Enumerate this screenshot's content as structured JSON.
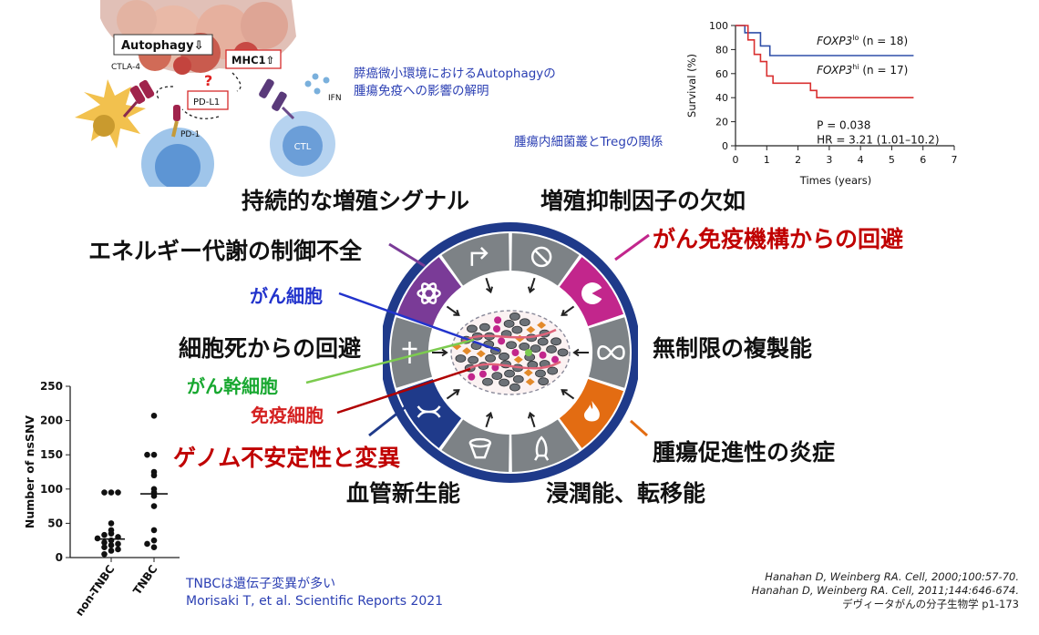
{
  "colors": {
    "navy": "#1f3a8a",
    "ring_gray": "#7d8286",
    "purple": "#7a3b97",
    "magenta": "#c2268c",
    "orange": "#e36c12",
    "red_text": "#c00000",
    "blue_text": "#2233cc",
    "green_text": "#18a830",
    "dark_red": "#b00000",
    "caption_blue": "#2b3fb3",
    "km_lo": "#2f4fa8",
    "km_hi": "#d93030"
  },
  "hallmarks": {
    "sustained": "持続的な増殖シグナル",
    "suppressor": "増殖抑制因子の欠如",
    "immune": "がん免疫機構からの回避",
    "energy": "エネルギー代謝の制御不全",
    "replicative": "無制限の複製能",
    "death": "細胞死からの回避",
    "inflammation": "腫瘍促進性の炎症",
    "genome": "ゲノム不安定性と変異",
    "angiogenesis": "血管新生能",
    "invasion": "浸潤能、転移能"
  },
  "cell_labels": {
    "cancer": "がん細胞",
    "stem": "がん幹細胞",
    "immune": "免疫細胞"
  },
  "ring_icons": [
    "arrow-icon",
    "no-entry-icon",
    "pacman-icon",
    "infinity-icon",
    "flame-icon",
    "rocket-icon",
    "vessel-icon",
    "dna-icon",
    "cross-icon",
    "atom-icon"
  ],
  "schematic": {
    "autophagy": "Autophagy⇩",
    "mhc1": "MHC1⇧",
    "pdl1": "PD-L1",
    "ctla4": "CTLA-4",
    "pd1": "PD-1",
    "ifn": "IFN",
    "ctl": "CTL",
    "question": "?"
  },
  "captions": {
    "autophagy_line1": "膵癌微小環境におけるAutophagyの",
    "autophagy_line2": "腫瘍免疫への影響の解明",
    "microbiome": "腫瘍内細菌叢とTregの関係",
    "tnbc_line1": "TNBCは遺伝子変異が多い",
    "tnbc_line2": "Morisaki T, et al. Scientific Reports 2021"
  },
  "references": {
    "ref1": "Hanahan D,  Weinberg RA. Cell, 2000;100:57-70.",
    "ref2": "Hanahan D,  Weinberg RA. Cell, 2011;144:646-674.",
    "ref3": "デヴィータがんの分子生物学 p1-173"
  },
  "chart_data": [
    {
      "type": "line",
      "xlabel": "Times (years)",
      "ylabel": "Survival (%)",
      "xlim": [
        0,
        7
      ],
      "ylim": [
        0,
        100
      ],
      "xticks": [
        0,
        1,
        2,
        3,
        4,
        5,
        6,
        7
      ],
      "yticks": [
        0,
        20,
        40,
        60,
        80,
        100
      ],
      "series": [
        {
          "name": "FOXP3",
          "sup": "lo",
          "n_text": " (n = 18)",
          "color": "#2f4fa8",
          "x": [
            0,
            0.3,
            0.3,
            0.8,
            0.8,
            1.1,
            1.1,
            2.7,
            5.7
          ],
          "y": [
            100,
            100,
            94,
            94,
            83,
            83,
            75,
            75,
            75
          ]
        },
        {
          "name": "FOXP3",
          "sup": "hi",
          "n_text": " (n = 17)",
          "color": "#d93030",
          "x": [
            0,
            0.4,
            0.4,
            0.6,
            0.6,
            0.8,
            0.8,
            1.0,
            1.0,
            1.2,
            1.2,
            2.4,
            2.4,
            2.6,
            2.6,
            5.7
          ],
          "y": [
            100,
            100,
            88,
            88,
            76,
            76,
            70,
            70,
            58,
            58,
            52,
            52,
            46,
            46,
            40,
            40
          ]
        }
      ],
      "annotations": {
        "p": "P = 0.038",
        "hr": "HR = 3.21 (1.01–10.2)"
      }
    },
    {
      "type": "scatter",
      "ylabel": "Number of nsSNV",
      "categories": [
        "non-TNBC",
        "TNBC"
      ],
      "ylim": [
        0,
        250
      ],
      "yticks": [
        0,
        50,
        100,
        150,
        200,
        250
      ],
      "groups": [
        {
          "name": "non-TNBC",
          "median": 27,
          "points": [
            95,
            95,
            95,
            50,
            40,
            35,
            33,
            30,
            28,
            25,
            22,
            20,
            18,
            15,
            12,
            10,
            5
          ]
        },
        {
          "name": "TNBC",
          "median": 93,
          "points": [
            207,
            150,
            150,
            125,
            120,
            100,
            95,
            90,
            75,
            40,
            25,
            20,
            15
          ]
        }
      ]
    }
  ]
}
